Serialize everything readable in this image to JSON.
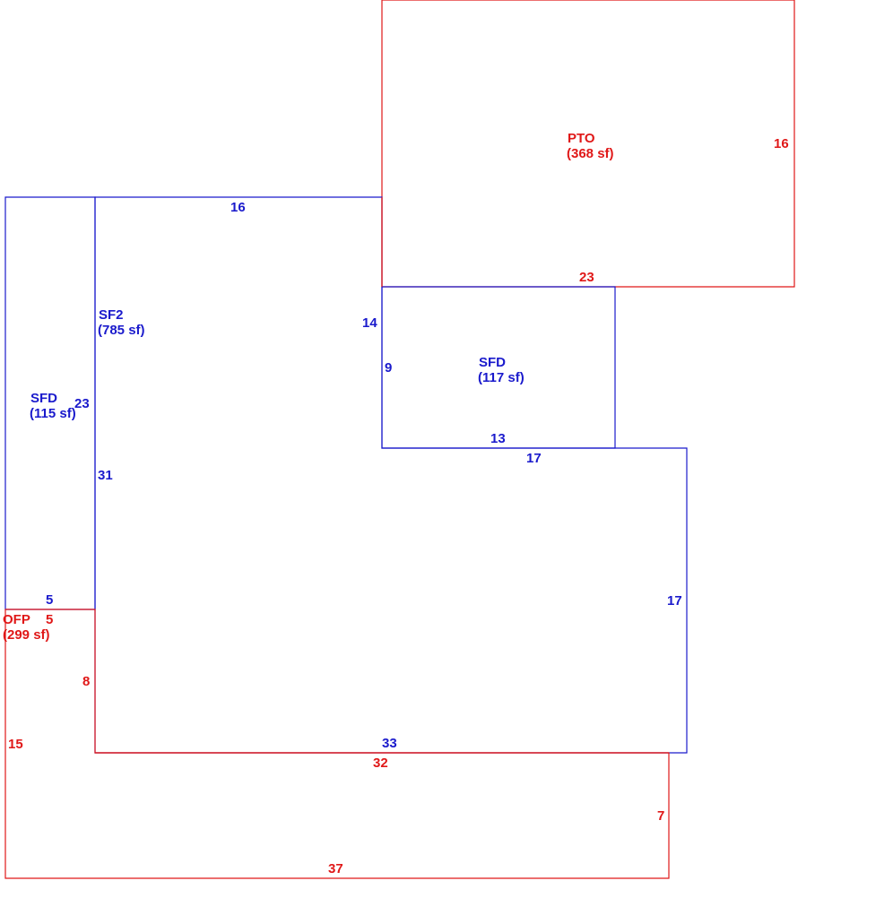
{
  "colors": {
    "living": "#1a1acc",
    "other": "#e01818"
  },
  "areas": {
    "pto": {
      "code": "PTO",
      "area": "(368 sf)"
    },
    "sf2": {
      "code": "SF2",
      "area": "(785 sf)"
    },
    "sfd_left": {
      "code": "SFD",
      "area": "(115 sf)"
    },
    "sfd_small": {
      "code": "SFD",
      "area": "(117 sf)"
    },
    "ofp": {
      "code": "OFP",
      "area": "(299 sf)"
    }
  },
  "dimensions": {
    "pto_right": "16",
    "pto_bottom": "23",
    "sf2_top": "16",
    "sf2_inner_left": "14",
    "sfd_small_left": "9",
    "sfd_small_bottom": "13",
    "sf2_step_top": "17",
    "sf2_right": "17",
    "sf2_bottom": "33",
    "sf2_left": "31",
    "sfd_left_right": "23",
    "sfd_left_bottom": "5",
    "ofp_top": "5",
    "ofp_inner_right": "8",
    "ofp_left": "15",
    "ofp_inner_top": "32",
    "ofp_right": "7",
    "ofp_bottom": "37"
  }
}
